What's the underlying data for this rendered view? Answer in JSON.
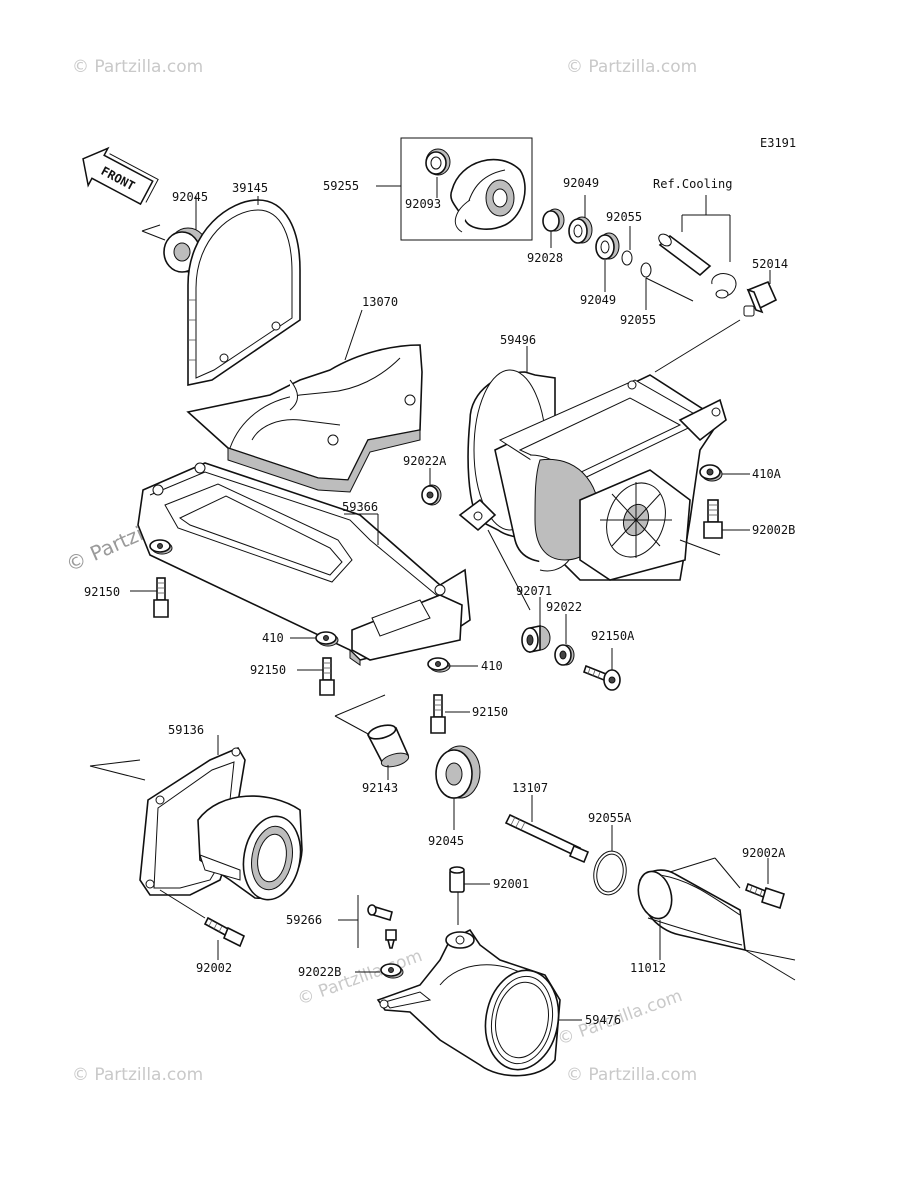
{
  "diagram_code": "E3191",
  "front_label": "FRONT",
  "watermarks": {
    "tl": "© Partzilla.com",
    "tr": "© Partzilla.com",
    "ml": "© Partzilla.com",
    "bl": "© Partzilla.com",
    "bm": "© Partzilla.com",
    "br": "© Partzilla.com",
    "diag": "© Partzilla.com"
  },
  "parts": {
    "p92045a": "92045",
    "p39145": "39145",
    "p59255": "59255",
    "p92093": "92093",
    "p92049a": "92049",
    "p92028": "92028",
    "p92055a": "92055",
    "p92049b": "92049",
    "p92055b": "92055",
    "refcooling": "Ref.Cooling",
    "p52014": "52014",
    "p13070": "13070",
    "p59496": "59496",
    "p92022a_up": "92022A",
    "p410a": "410A",
    "p92002b": "92002B",
    "p59366": "59366",
    "p92150a": "92150",
    "p92071": "92071",
    "p92022": "92022",
    "p92150A": "92150A",
    "p410_l": "410",
    "p410_r": "410",
    "p92150b": "92150",
    "p92150c": "92150",
    "p59136": "59136",
    "p92143": "92143",
    "p92045b": "92045",
    "p13107": "13107",
    "p92055A": "92055A",
    "p92002A": "92002A",
    "p92001": "92001",
    "p59266": "59266",
    "p92022B": "92022B",
    "p92002": "92002",
    "p59476": "59476",
    "p11012": "11012"
  }
}
